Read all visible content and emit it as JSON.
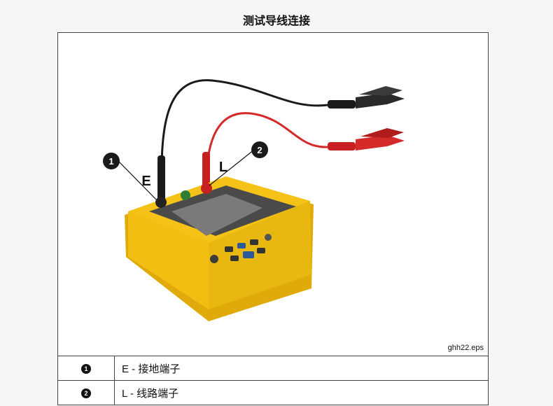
{
  "title": "测试导线连接",
  "figure": {
    "file_label": "ghh22.eps",
    "callouts": [
      {
        "number": "1",
        "letter": "E"
      },
      {
        "number": "2",
        "letter": "L"
      }
    ]
  },
  "legend": [
    {
      "number": "1",
      "text": "E - 接地端子"
    },
    {
      "number": "2",
      "text": "L - 线路端子"
    }
  ],
  "colors": {
    "body_yellow": "#f5c318",
    "lead_black": "#1a1a1a",
    "lead_red": "#d42a2a",
    "screen": "#7a7a7a"
  }
}
